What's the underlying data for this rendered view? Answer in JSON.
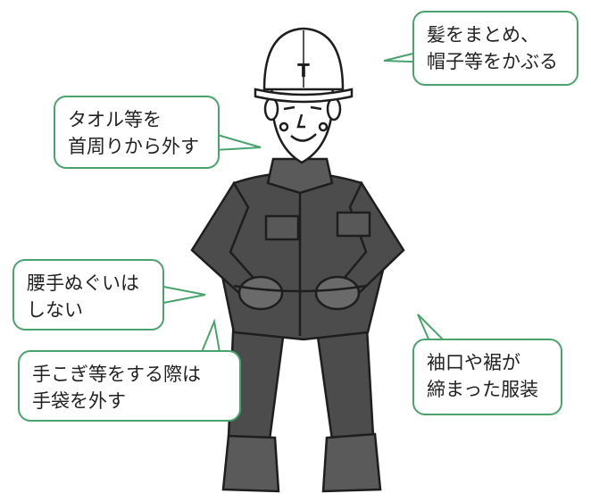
{
  "illustration": {
    "subject": "worker in coverall and safety helmet",
    "helmet_mark": "T",
    "colors": {
      "bubble_border": "#4aa36c",
      "suit_fill": "#4c4c4c",
      "ink": "#1e1e1e"
    }
  },
  "callouts": [
    {
      "id": "hair-helmet",
      "lines": [
        "髪をまとめ、",
        "帽子等をかぶる"
      ]
    },
    {
      "id": "towel-neck",
      "lines": [
        "タオル等を",
        "首周りから外す"
      ]
    },
    {
      "id": "waist-towel",
      "lines": [
        "腰手ぬぐいは",
        "しない"
      ]
    },
    {
      "id": "gloves",
      "lines": [
        "手こぎ等をする際は",
        "手袋を外す"
      ]
    },
    {
      "id": "clothing",
      "lines": [
        "袖口や裾が",
        "締まった服装"
      ]
    }
  ]
}
